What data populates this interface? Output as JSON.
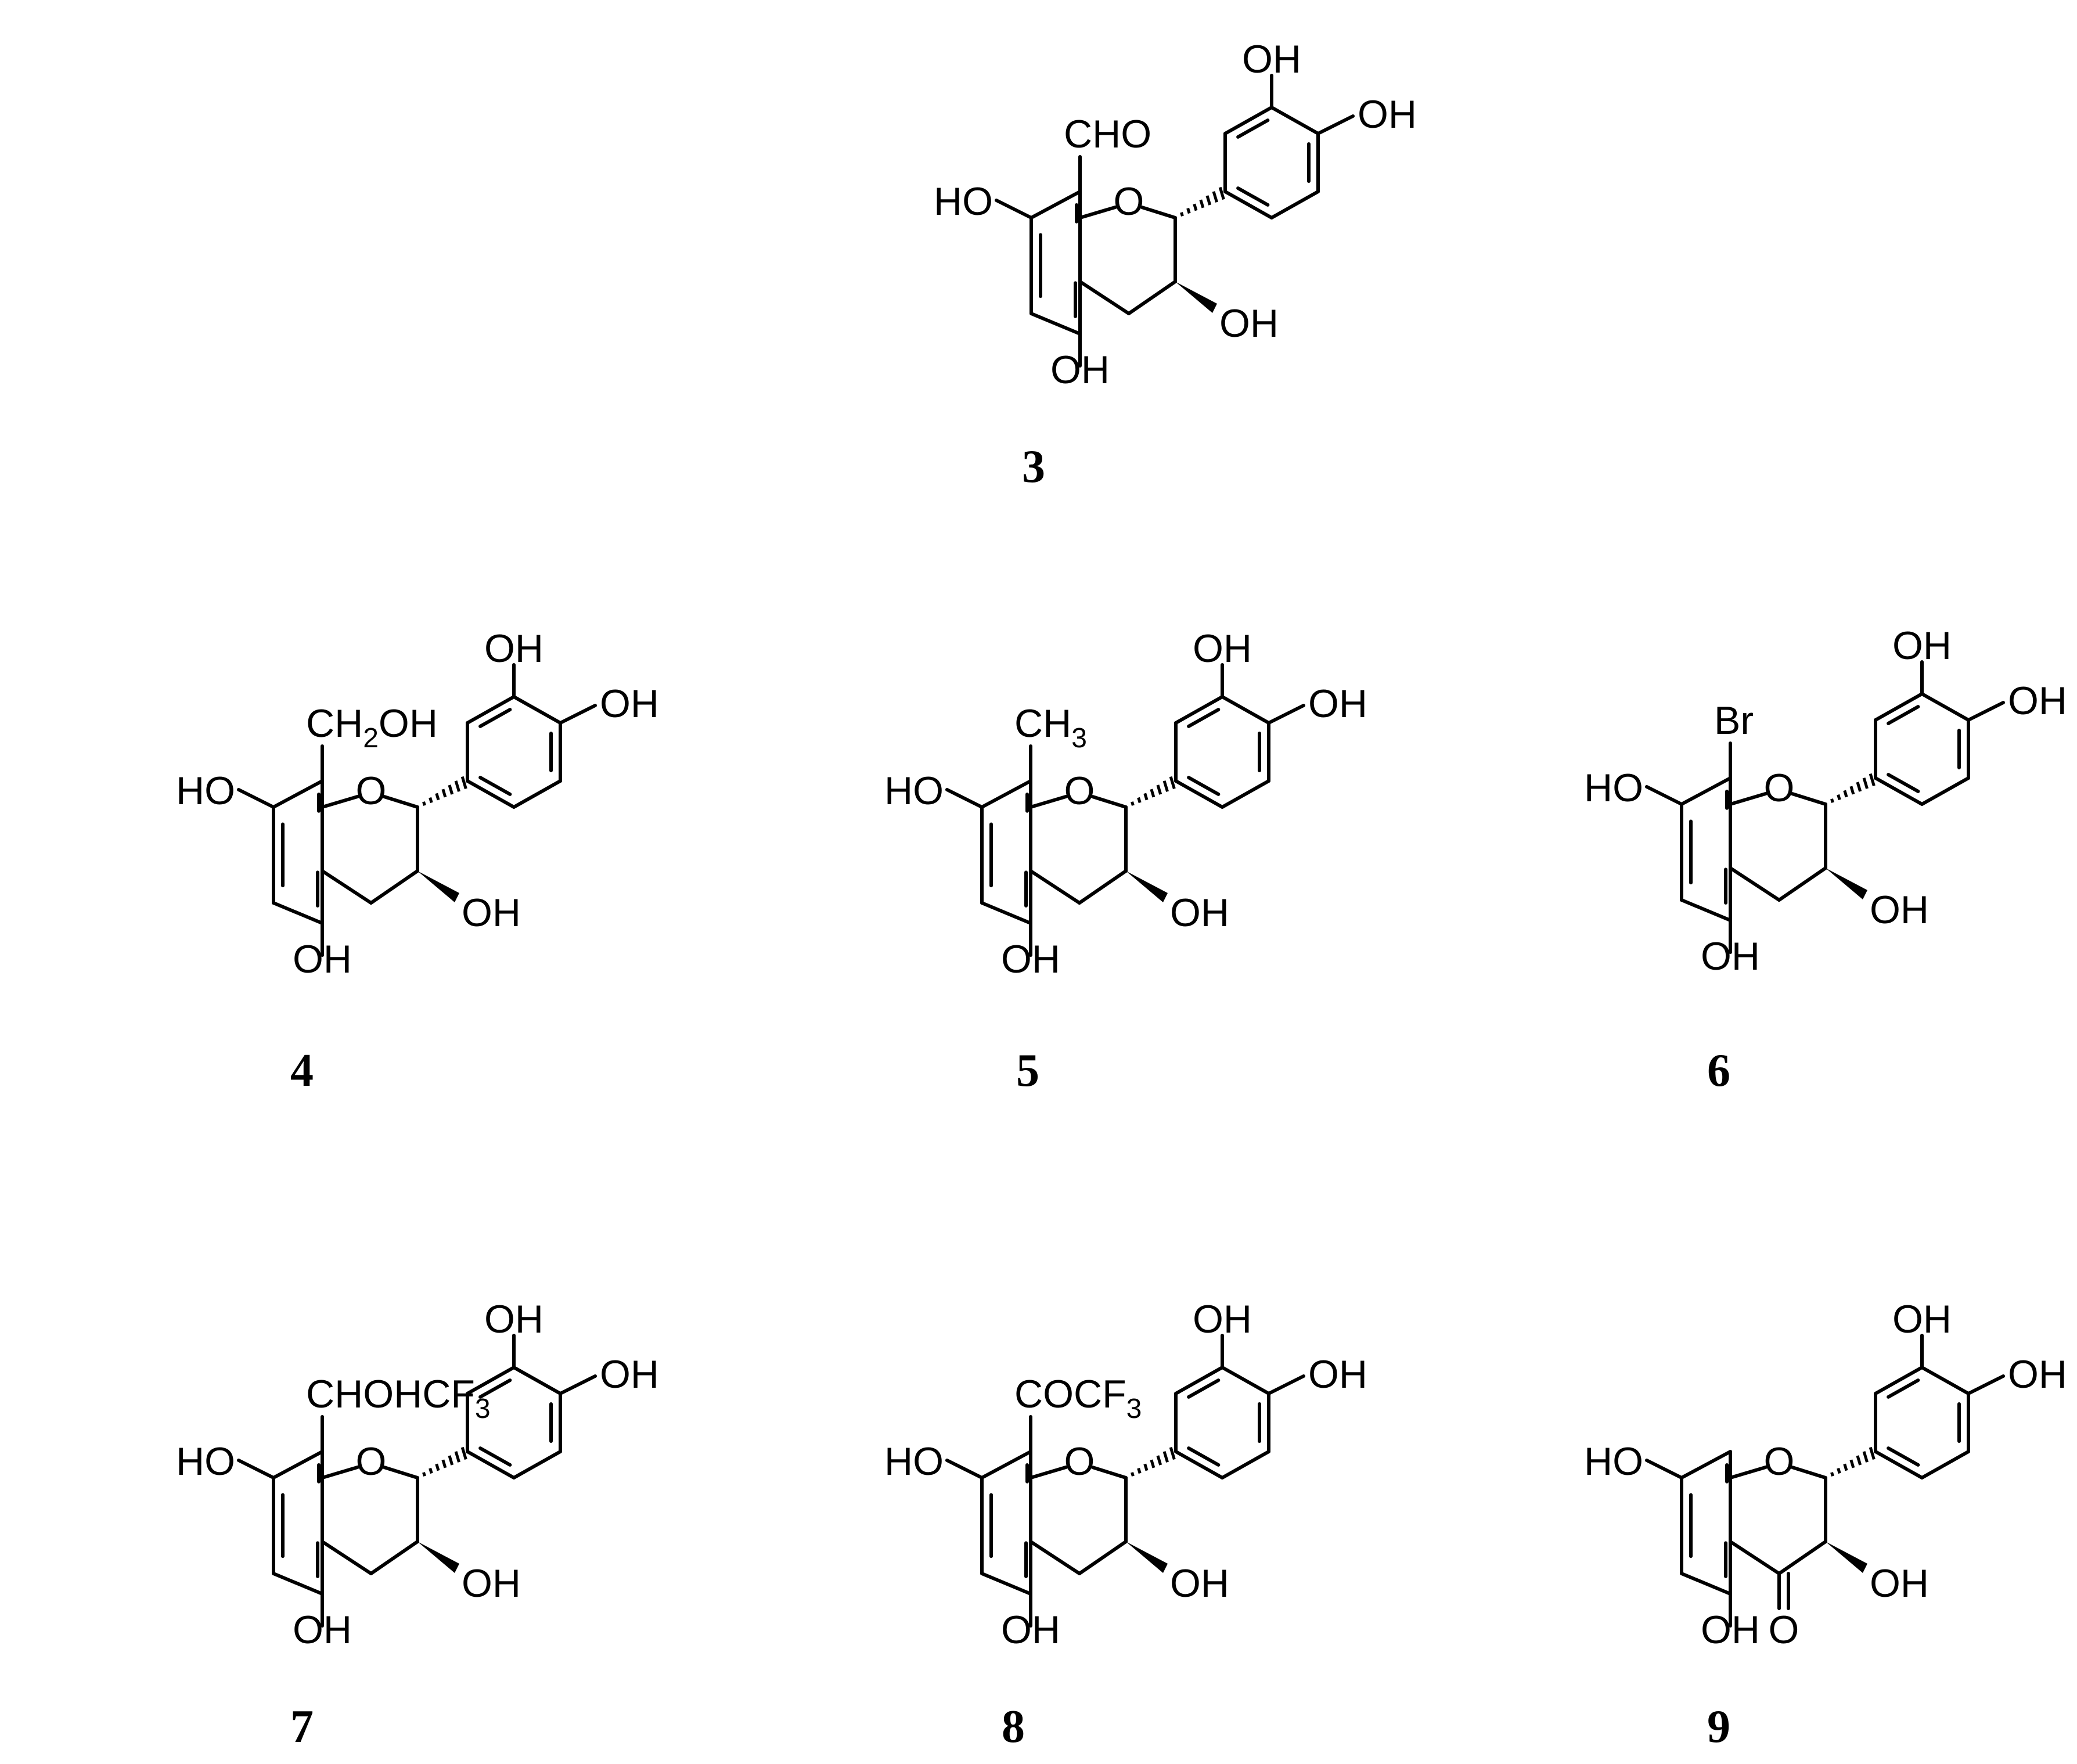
{
  "compounds": [
    {
      "id": "3",
      "label": "3",
      "substituent": {
        "main": "CHO",
        "sub": "",
        "tail": ""
      },
      "ketone": false
    },
    {
      "id": "4",
      "label": "4",
      "substituent": {
        "main": "CH",
        "sub": "2",
        "tail": "OH"
      },
      "ketone": false
    },
    {
      "id": "5",
      "label": "5",
      "substituent": {
        "main": "CH",
        "sub": "3",
        "tail": ""
      },
      "ketone": false
    },
    {
      "id": "6",
      "label": "6",
      "substituent": {
        "main": "Br",
        "sub": "",
        "tail": ""
      },
      "ketone": false
    },
    {
      "id": "7",
      "label": "7",
      "substituent": {
        "main": "CHOHCF",
        "sub": "3",
        "tail": ""
      },
      "ketone": false
    },
    {
      "id": "8",
      "label": "8",
      "substituent": {
        "main": "COCF",
        "sub": "3",
        "tail": ""
      },
      "ketone": false
    },
    {
      "id": "9",
      "label": "9",
      "substituent": null,
      "ketone": true
    }
  ],
  "atom_labels": {
    "hydroxyl": "OH",
    "hydroxyl_left": "HO",
    "ring_oxygen": "O",
    "carbonyl_oxygen": "O"
  }
}
